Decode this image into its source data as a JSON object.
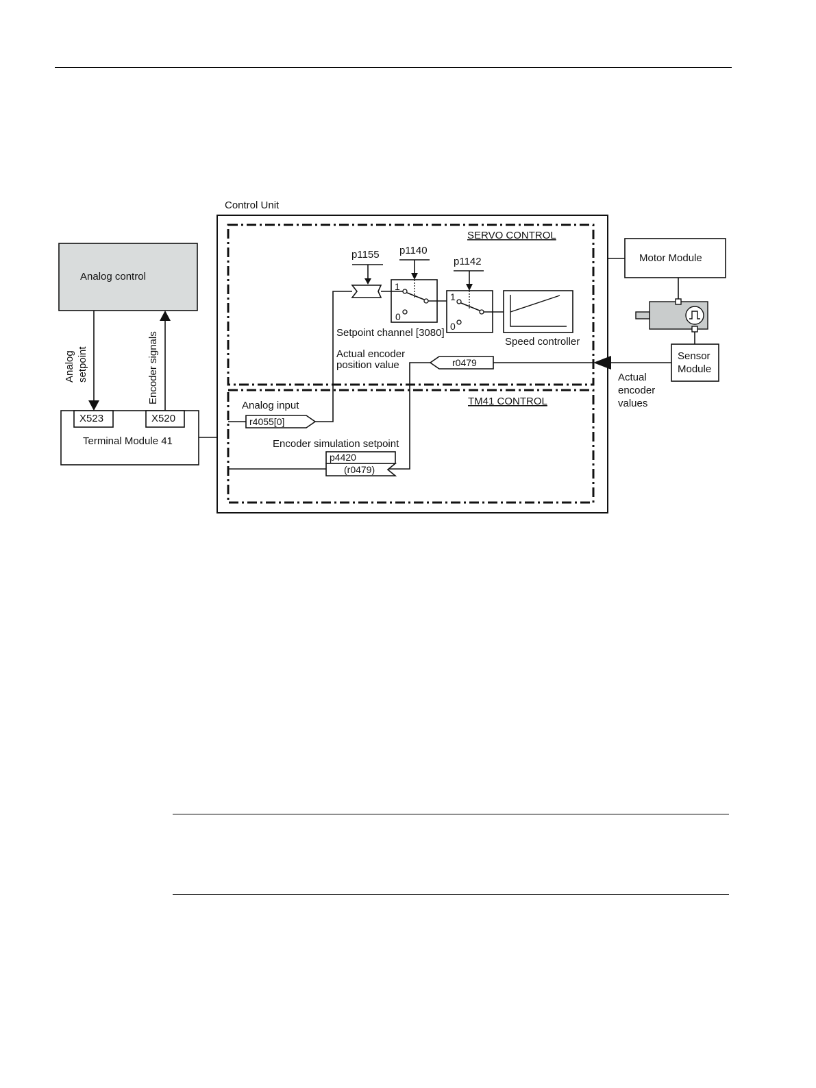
{
  "diagram": {
    "control_unit": "Control Unit",
    "servo_control": "SERVO CONTROL",
    "tm41_control": "TM41 CONTROL",
    "analog_control": "Analog control",
    "terminal_module": "Terminal Module 41",
    "x523": "X523",
    "x520": "X520",
    "analog_setpoint_line1": "Analog",
    "analog_setpoint_line2": "setpoint",
    "encoder_signals": "Encoder signals",
    "motor_module": "Motor Module",
    "sensor_module_line1": "Sensor",
    "sensor_module_line2": "Module",
    "actual_encoder_values_line1": "Actual",
    "actual_encoder_values_line2": "encoder",
    "actual_encoder_values_line3": "values",
    "p1155": "p1155",
    "p1140": "p1140",
    "p1142": "p1142",
    "switch1_on": "1",
    "switch1_off": "0",
    "switch2_on": "1",
    "switch2_off": "0",
    "setpoint_channel": "Setpoint channel [3080]",
    "speed_controller": "Speed controller",
    "actual_encoder_pos_line1": "Actual encoder",
    "actual_encoder_pos_line2": "position value",
    "r0479": "r0479",
    "analog_input": "Analog input",
    "r4055": "r4055[0]",
    "encoder_sim_setpoint": "Encoder simulation setpoint",
    "p4420": "p4420",
    "r0479_paren": "(r0479)"
  },
  "colors": {
    "analog_control_fill": "#d9dcdc",
    "motor_fill": "#c9cccc"
  }
}
